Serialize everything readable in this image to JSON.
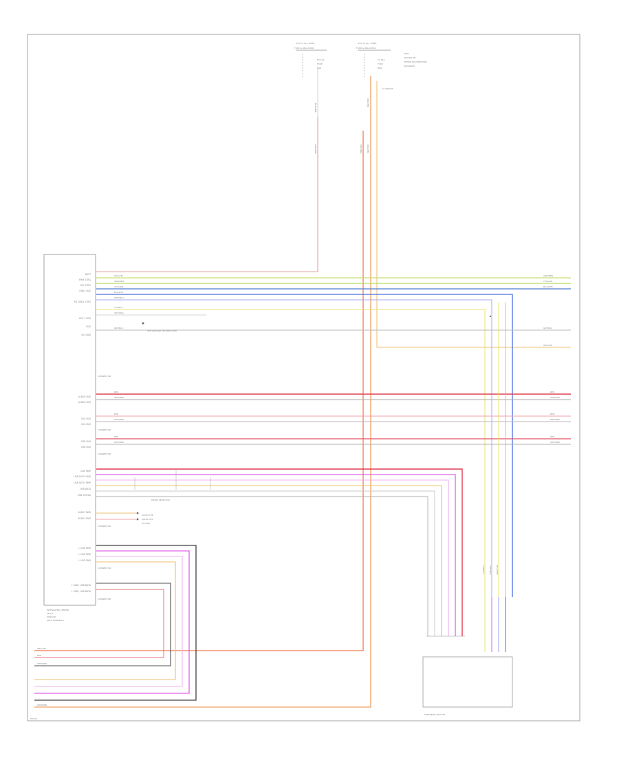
{
  "diagram": {
    "top_labels": {
      "fuse_left_title": "HOT AT ALL TIMES",
      "fuse_left_sub": "FUSE & RELAY BOX",
      "fuse_right_title": "HOT AT ALL TIMES",
      "fuse_right_sub": "FUSE & RELAY BOX",
      "fuse_left_lines": [
        "F3 10A",
        "FUSE",
        "BOX"
      ],
      "fuse_right_lines": [
        "F4 15A",
        "FUSE",
        "BOX"
      ],
      "fuse_right_note": [
        "GRAY",
        "SHOWN ON",
        "POWER DISTRIBUTION",
        "DIAGRAMS"
      ],
      "splice_label": "S-ASPLICE"
    },
    "module": {
      "pins_group1": [
        "BATT",
        "PWR STRG",
        "RLY STRG",
        "GND1 BUS",
        "RS GND1 STRG",
        "ACC 1 BUS",
        "BUS",
        "SIG GND"
      ],
      "connector1": "CONNECTOR",
      "pins_group2": [
        "AUDIO BUS",
        "AUDIO BUS"
      ],
      "pins_group3": [
        "RLS BUS",
        "RLS BUS"
      ],
      "connector3": "CONNECTOR",
      "pins_group4": [
        "USB BUS",
        "USB BUS"
      ],
      "connector4": "CONNECTOR",
      "pins_group5": [
        "USB PWR",
        "USB AUTH GND",
        "USB AUTH PWR",
        "USB DATA",
        "USB SHIELD"
      ],
      "pins_group6": [
        "AUDIO PWR",
        "AUDIO GND"
      ],
      "connector6": "CONNECTOR",
      "pins_group7": [
        "L USB PWR",
        "L USB PWR",
        "L USB GND"
      ],
      "connector7": "CONNECTOR",
      "pins_group8": [
        "L USB / USB DATA",
        "L USB / USB DATA"
      ],
      "connector8": "CONNECTOR",
      "name": [
        "INTEGRATED CENTER",
        "STACK",
        "MODULE",
        "(INFOTAINMENT)"
      ]
    },
    "wire_tags": [
      "ORG/YEL",
      "GRN/BRN",
      "YEL/GRN",
      "BLU/WHT",
      "WHT/BLU",
      "YEL/BLU",
      "GRY/ORG",
      "GRY/BLU",
      "RED",
      "WHT/RED"
    ],
    "notes": {
      "ground_ref": "SEE GROUND DISTRIBUTION",
      "jumper": "MICRO SELECTOR",
      "usb_port_note": [
        "AUDIO THE",
        "MICRO SEL",
        "SYSTEM"
      ],
      "usb_box_name": "PORTABLE USB HUB"
    },
    "corner_code": "HX031"
  }
}
